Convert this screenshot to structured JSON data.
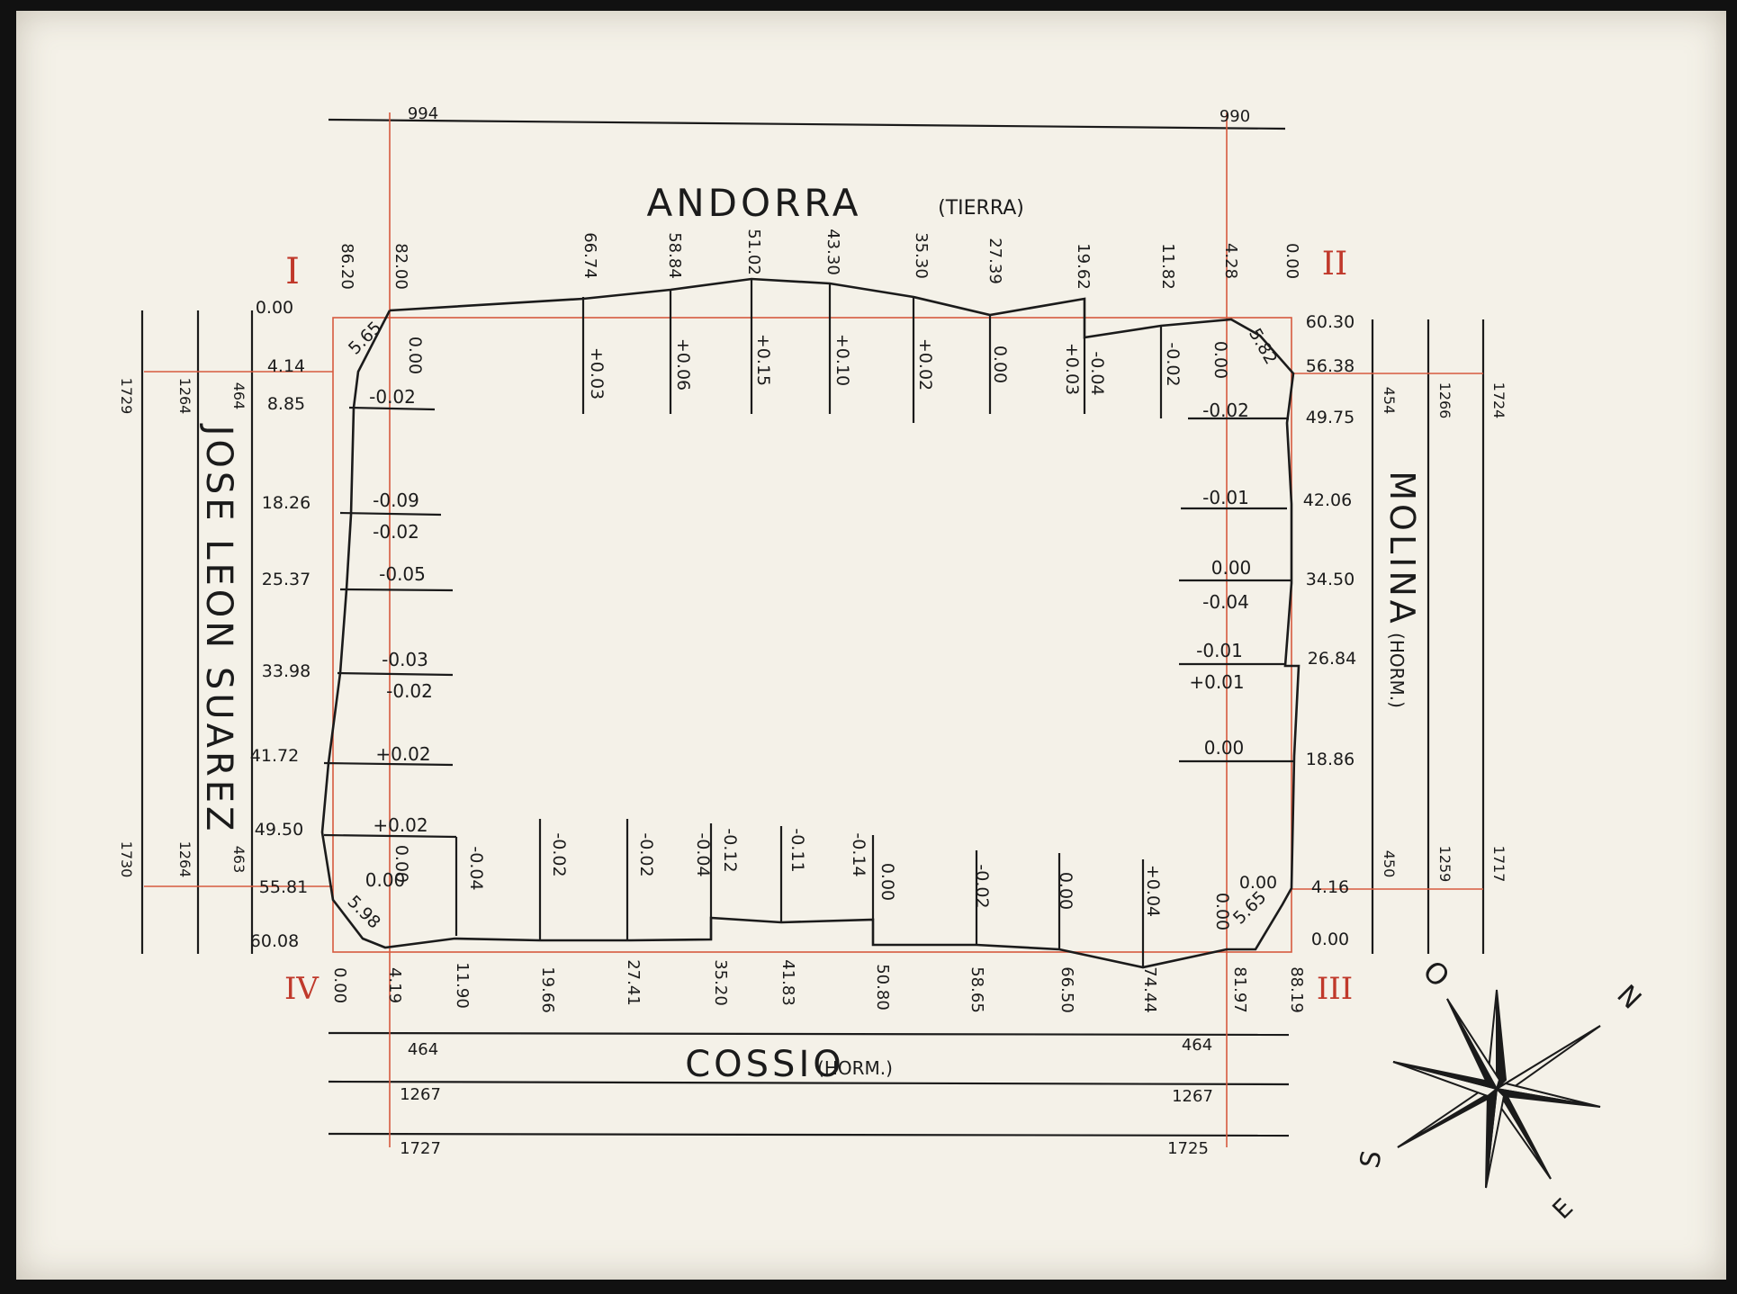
{
  "streets": {
    "north": {
      "name": "ANDORRA",
      "type": "(TIERRA)"
    },
    "east": {
      "name": "MOLINA",
      "type": "(HORM.)"
    },
    "south": {
      "name": "COSSIO",
      "type": "(HORM.)"
    },
    "west": {
      "name": "JOSE LEON SUAREZ"
    }
  },
  "corners": {
    "I": "I",
    "II": "II",
    "III": "III",
    "IV": "IV"
  },
  "compass": {
    "n": "N",
    "e": "E",
    "s": "S",
    "o": "O"
  },
  "north_street_numbers": [
    "994",
    "990"
  ],
  "south_street_numbers": {
    "left": [
      "464",
      "1267",
      "1727"
    ],
    "right": [
      "464",
      "1267",
      "1725"
    ]
  },
  "west_street_numbers": {
    "top": [
      "1729",
      "1264",
      "464"
    ],
    "bottom": [
      "1730",
      "1264",
      "463"
    ]
  },
  "east_street_numbers": {
    "top": [
      "454",
      "1266",
      "1724"
    ],
    "bottom": [
      "450",
      "1259",
      "1717"
    ]
  },
  "top_chainage": [
    "86.20",
    "82.00",
    "66.74",
    "58.84",
    "51.02",
    "43.30",
    "35.30",
    "27.39",
    "19.62",
    "11.82",
    "4.28",
    "0.00"
  ],
  "top_offsets": [
    "5.65",
    "0.00",
    "+0.03",
    "+0.06",
    "+0.15",
    "+0.10",
    "+0.02",
    "0.00",
    "+0.03",
    "-0.04",
    "-0.02",
    "0.00",
    "5.82"
  ],
  "bottom_chainage": [
    "0.00",
    "4.19",
    "11.90",
    "19.66",
    "27.41",
    "35.20",
    "41.83",
    "50.80",
    "58.65",
    "66.50",
    "74.44",
    "81.97",
    "88.19"
  ],
  "bottom_offsets": [
    "5.98",
    "0.00",
    "-0.04",
    "-0.02",
    "-0.02",
    "-0.04",
    "-0.12",
    "-0.11",
    "-0.14",
    "0.00",
    "-0.02",
    "0.00",
    "+0.04",
    "0.00",
    "0.00",
    "5.65"
  ],
  "left_chainage": [
    "0.00",
    "4.14",
    "8.85",
    "18.26",
    "25.37",
    "33.98",
    "41.72",
    "49.50",
    "55.81",
    "60.08"
  ],
  "left_offsets": [
    "-0.02",
    "-0.09",
    "-0.02",
    "-0.05",
    "-0.03",
    "-0.02",
    "+0.02",
    "+0.02",
    "0.00"
  ],
  "right_chainage": [
    "60.30",
    "56.38",
    "49.75",
    "42.06",
    "34.50",
    "26.84",
    "18.86",
    "4.16",
    "0.00"
  ],
  "right_offsets": [
    "-0.02",
    "-0.01",
    "0.00",
    "-0.04",
    "-0.01",
    "+0.01",
    "0.00"
  ]
}
